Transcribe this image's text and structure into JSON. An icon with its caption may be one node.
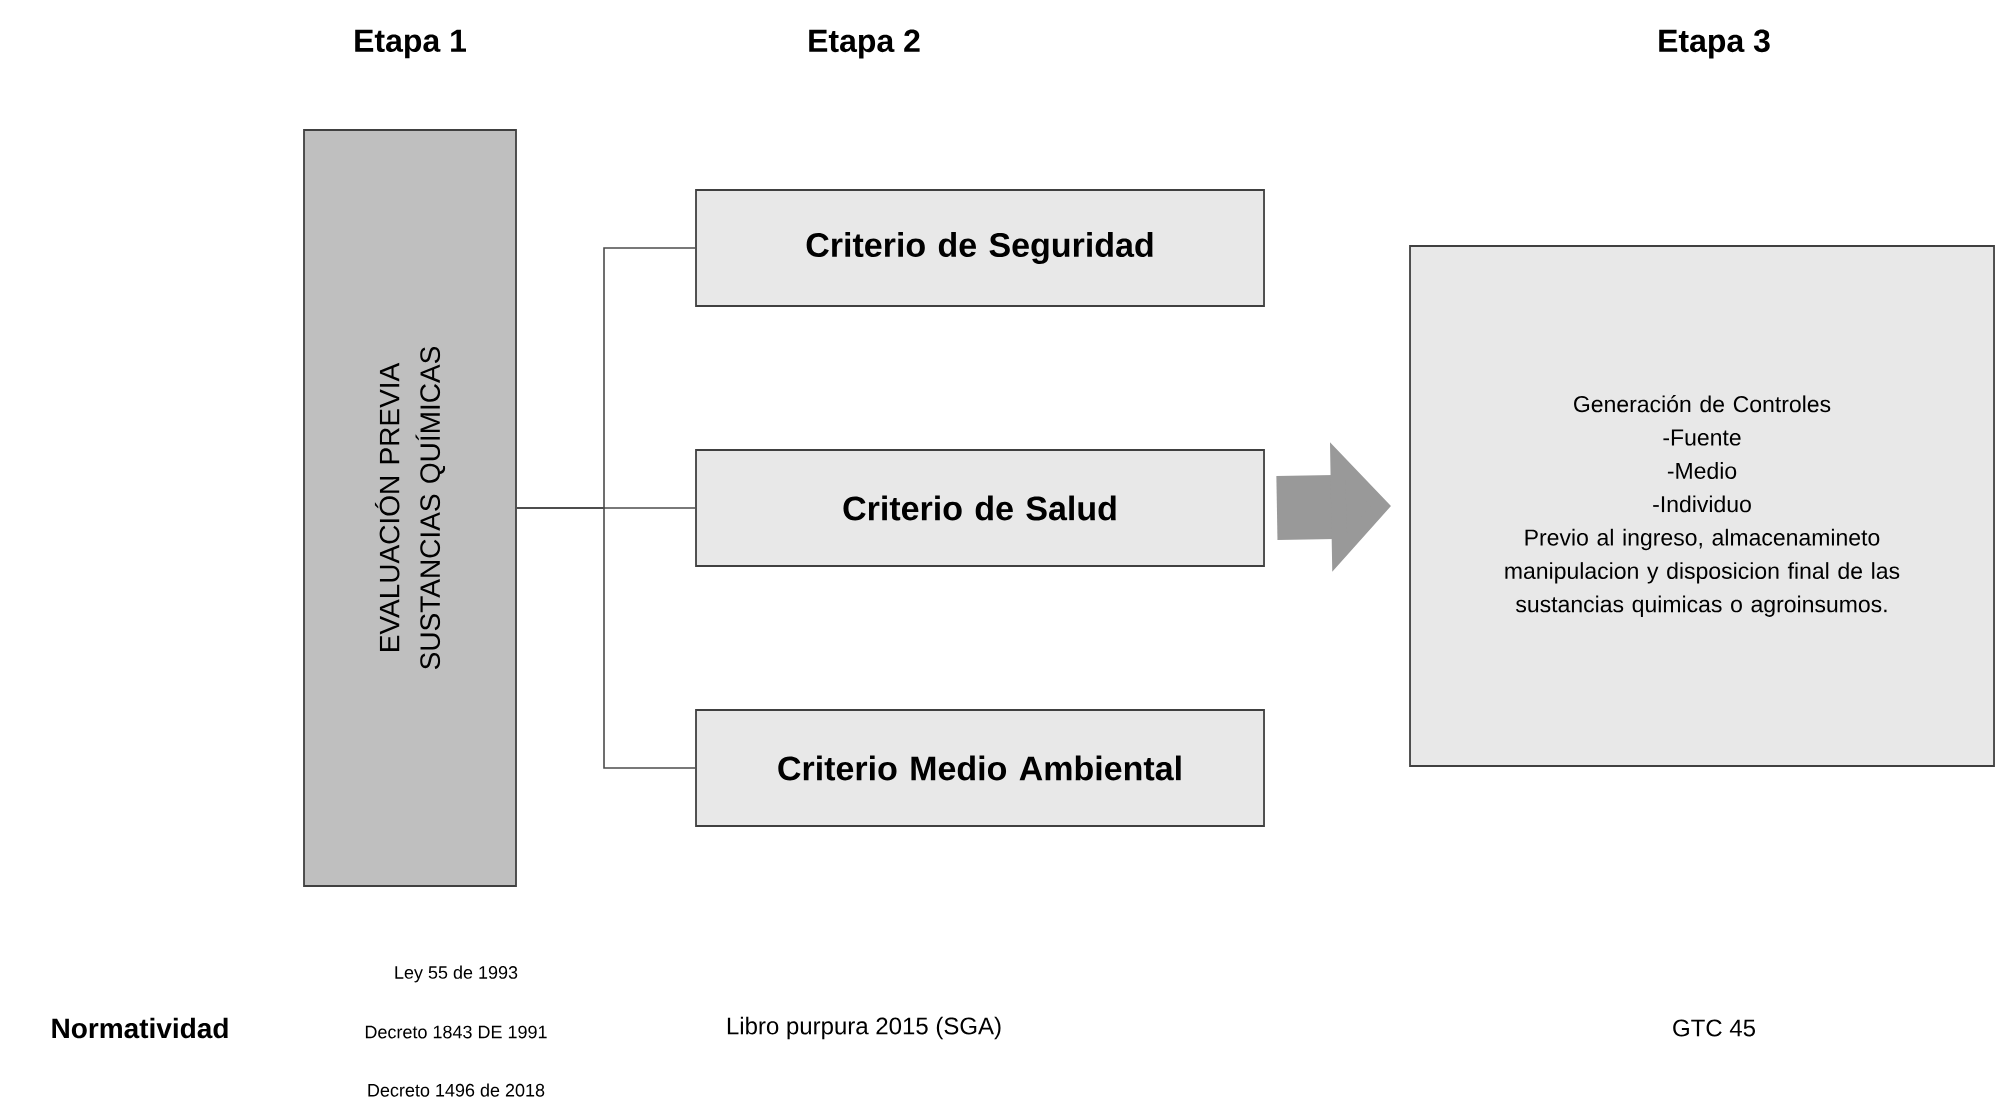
{
  "diagram": {
    "nodes": [
      {
        "text": [
          "EVALUACIÓN PREVIA SUSTANCIAS QUÍMICAS"
        ]
      },
      {
        "text": [
          "Criterio de Seguridad"
        ]
      },
      {
        "text": [
          "Criterio de Salud"
        ]
      },
      {
        "text": [
          "Criterio Medio Ambiental"
        ]
      },
      {
        "text": [
          "Generación de Controles",
          "-Fuente",
          "-Medio",
          "-Individuo",
          "Previo al ingreso, almacenamineto manipulacion y disposicion final de las sustancias quimicas o agroinsumos."
        ]
      }
    ],
    "edges": [
      {
        "from": 0,
        "to": 1,
        "arrow": "none"
      },
      {
        "from": 0,
        "to": 2,
        "arrow": "none"
      },
      {
        "from": 0,
        "to": 3,
        "arrow": "none"
      },
      {
        "from": 2,
        "to": 4,
        "arrow": "to",
        "style": "thick",
        "color": "#999999"
      }
    ],
    "labels": [
      "Etapa 1",
      "Etapa 2",
      "Etapa 3",
      "Ley 55 de 1993",
      "Normatividad",
      "Decreto 1843 DE 1991",
      "Libro purpura 2015 (SGA)",
      "GTC 45",
      "Decreto 1496 de 2018"
    ]
  }
}
